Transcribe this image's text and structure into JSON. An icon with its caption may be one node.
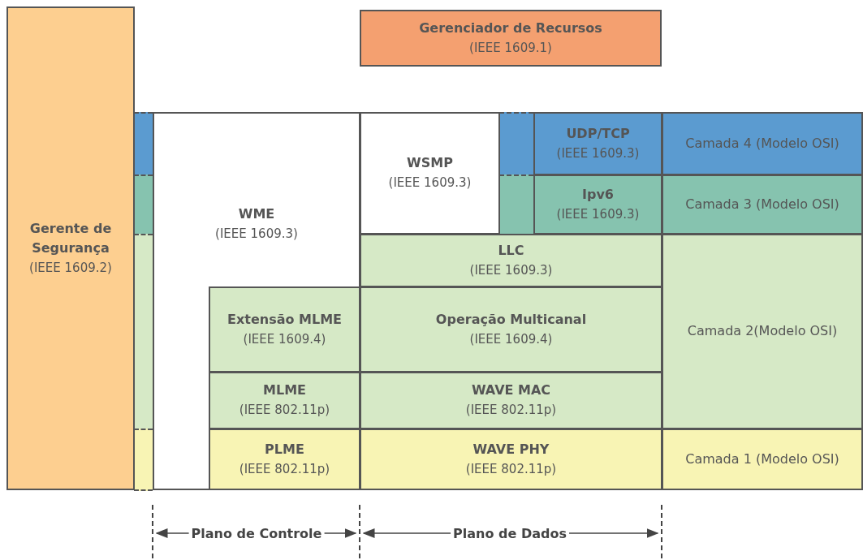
{
  "diagram": {
    "nodes": [
      {
        "text": [
          "Gerenciador de Recursos",
          "(IEEE 1609.1)"
        ]
      },
      {
        "text": [
          "Gerente de Segurança",
          "(IEEE 1609.2)"
        ]
      },
      {
        "text": [
          "WME",
          "(IEEE 1609.3)"
        ]
      },
      {
        "text": [
          "WSMP",
          "(IEEE 1609.3)"
        ]
      },
      {
        "text": [
          "UDP/TCP",
          "(IEEE 1609.3)"
        ]
      },
      {
        "text": [
          "Ipv6",
          "(IEEE 1609.3)"
        ]
      },
      {
        "text": [
          "LLC",
          "(IEEE 1609.3)"
        ]
      },
      {
        "text": [
          "Extensão MLME",
          "(IEEE 1609.4)"
        ],
        "in": 2
      },
      {
        "text": [
          "Operação Multicanal",
          "(IEEE 1609.4)"
        ]
      },
      {
        "text": [
          "MLME",
          "(IEEE 802.11p)"
        ],
        "in": 2
      },
      {
        "text": [
          "WAVE MAC",
          "(IEEE 802.11p)"
        ]
      },
      {
        "text": [
          "PLME",
          "(IEEE 802.11p)"
        ],
        "in": 2
      },
      {
        "text": [
          "WAVE PHY",
          "(IEEE 802.11p)"
        ]
      },
      {
        "text": [
          "Camada 4 (Modelo OSI)"
        ]
      },
      {
        "text": [
          "Camada 3 (Modelo OSI)"
        ]
      },
      {
        "text": [
          "Camada 2(Modelo OSI)"
        ]
      },
      {
        "text": [
          "Camada 1 (Modelo OSI)"
        ]
      },
      {
        "text": [],
        "shape": "bar"
      },
      {
        "text": [],
        "shape": "bar"
      },
      {
        "text": [],
        "shape": "bar"
      },
      {
        "text": [],
        "shape": "bar"
      },
      {
        "text": [],
        "shape": "bar"
      },
      {
        "text": [],
        "shape": "bar"
      }
    ],
    "edges": [],
    "labels": [
      "Plano de Controle",
      "Plano de Dados"
    ]
  }
}
